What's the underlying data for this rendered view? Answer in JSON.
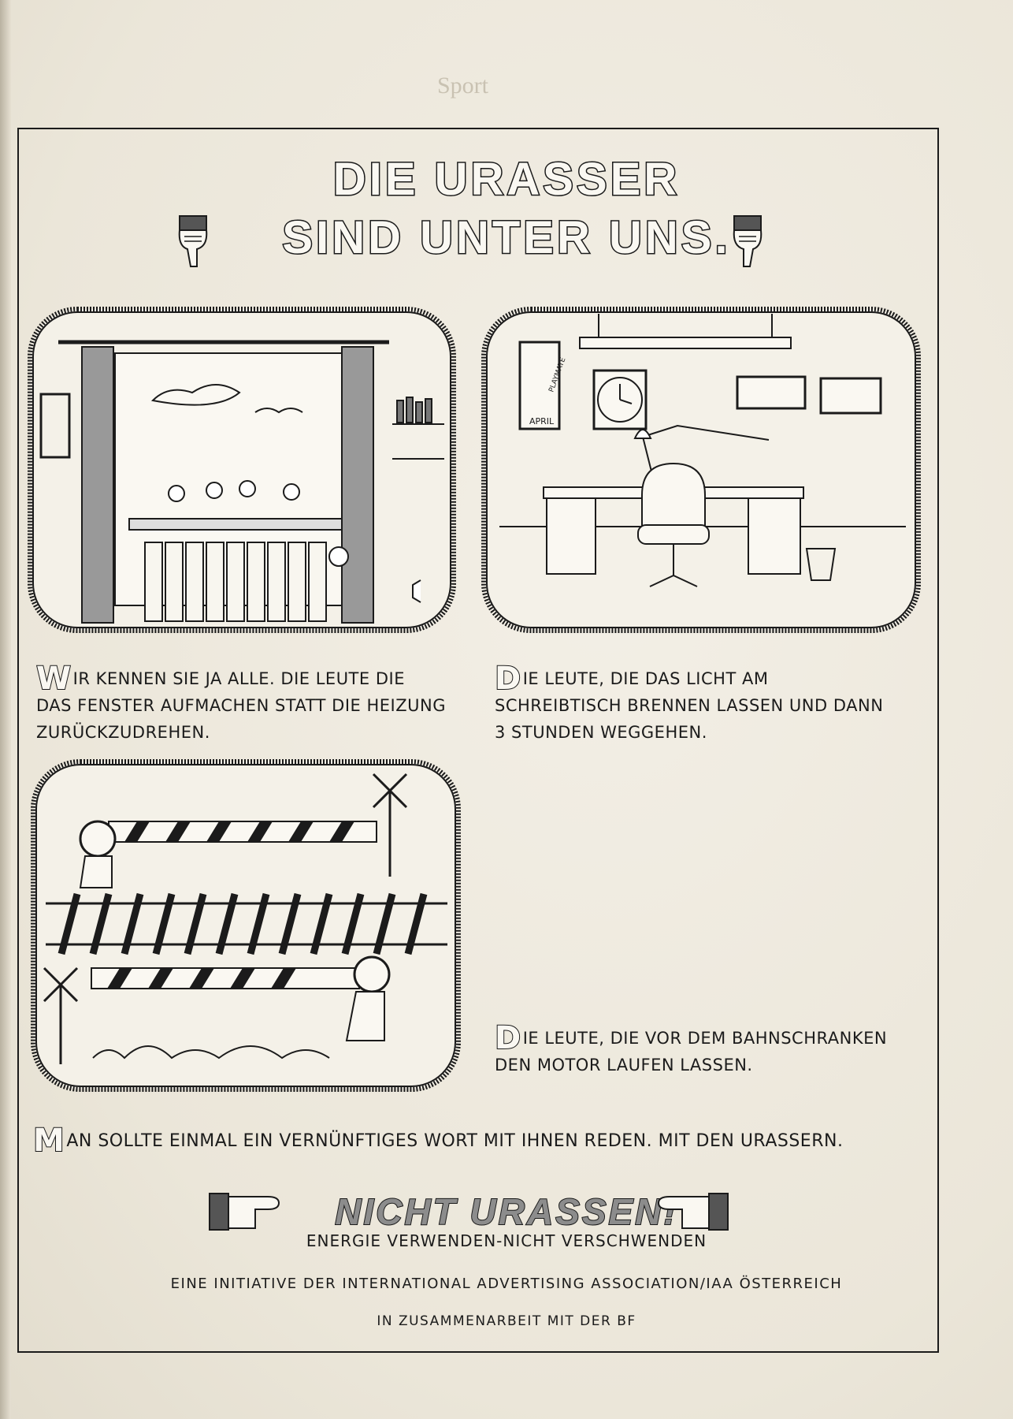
{
  "headline": {
    "line1": "DIE URASSER",
    "line2": "SIND UNTER UNS."
  },
  "panels": [
    {
      "icon": "window-radiator-illustration",
      "caption_initial": "W",
      "caption_rest": "IR KENNEN SIE JA ALLE. DIE LEUTE DIE DAS FENSTER AUFMACHEN STATT DIE HEIZUNG ZURÜCKZUDREHEN."
    },
    {
      "icon": "office-desk-lamp-illustration",
      "caption_initial": "D",
      "caption_rest": "IE LEUTE, DIE DAS LICHT AM SCHREIBTISCH BRENNEN LASSEN UND DANN 3 STUNDEN WEGGEHEN.",
      "poster_label": "PLAYMATE",
      "poster_month": "APRIL"
    },
    {
      "icon": "railroad-crossing-illustration",
      "caption_initial": "D",
      "caption_rest": "IE LEUTE, DIE VOR DEM BAHNSCHRANKEN DEN MOTOR LAUFEN LASSEN."
    }
  ],
  "closing": {
    "initial": "M",
    "rest": "AN SOLLTE EINMAL EIN VERNÜNFTIGES WORT MIT IHNEN REDEN. MIT DEN URASSERN."
  },
  "slogan": {
    "main": "NICHT URASSEN!",
    "sub": "ENERGIE VERWENDEN-NICHT VERSCHWENDEN"
  },
  "footer": {
    "line1": "EINE INITIATIVE DER INTERNATIONAL ADVERTISING ASSOCIATION/IAA ÖSTERREICH",
    "line2": "IN ZUSAMMENARBEIT MIT DER BF"
  },
  "background_text": {
    "top": "Sport"
  },
  "colors": {
    "ink": "#1b1b1b",
    "paper": "#ece7db"
  }
}
